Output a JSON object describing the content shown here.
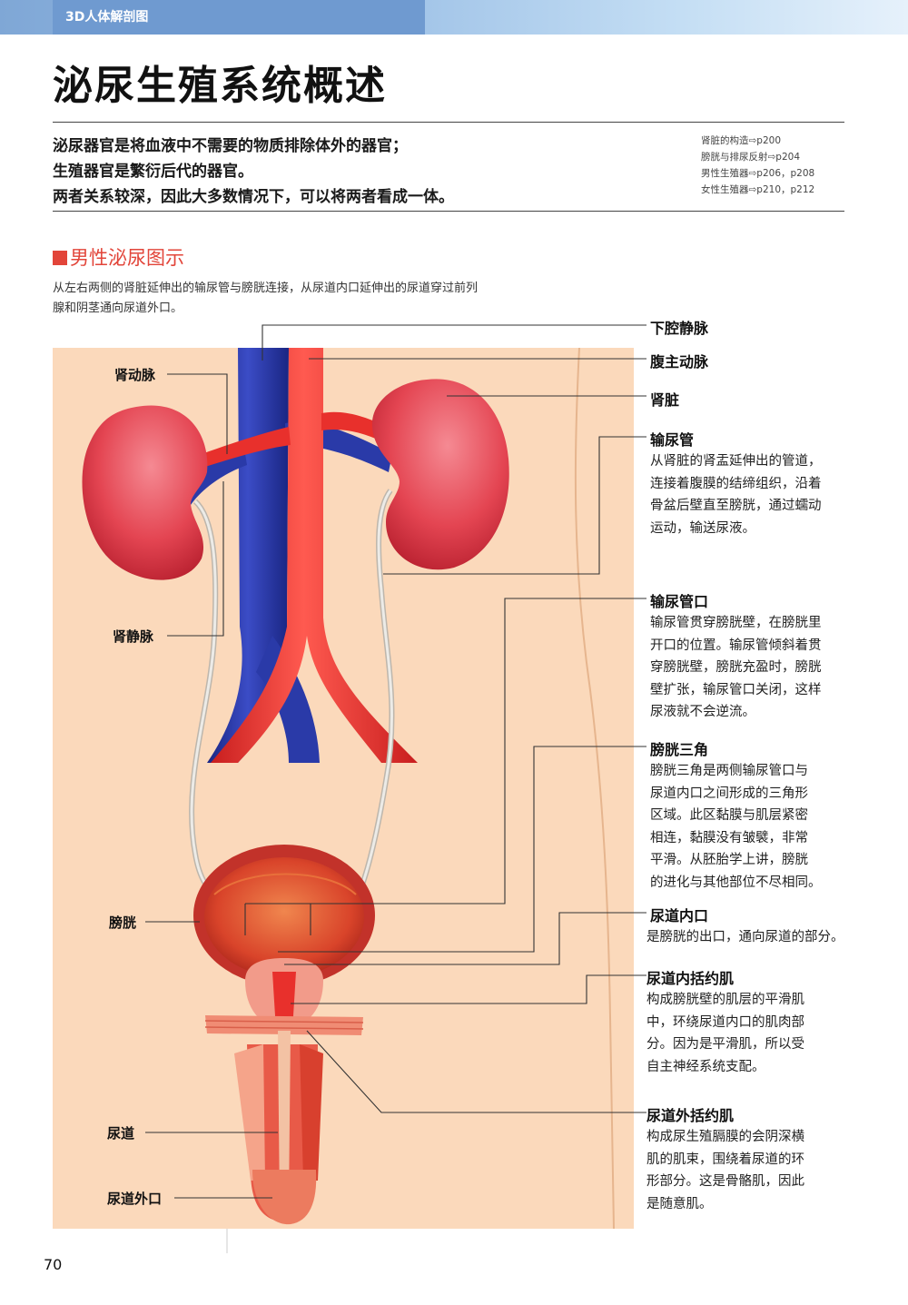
{
  "header": {
    "series": "3D人体解剖图"
  },
  "title": "泌尿生殖系统概述",
  "intro": {
    "lines": [
      "泌尿器官是将血液中不需要的物质排除体外的器官；",
      "生殖器官是繁衍后代的器官。",
      "两者关系较深，因此大多数情况下，可以将两者看成一体。"
    ],
    "refs": [
      "肾脏的构造⇨p200",
      "膀胱与排尿反射⇨p204",
      "男性生殖器⇨p206，p208",
      "女性生殖器⇨p210，p212"
    ]
  },
  "section": {
    "title": "男性泌尿图示",
    "desc_lines": [
      "从左右两侧的肾脏延伸出的输尿管与膀胱连接，从尿道内口延伸出的尿道穿过前列",
      "腺和阴茎通向尿道外口。"
    ]
  },
  "figure": {
    "left_labels": [
      "肾动脉",
      "肾静脉",
      "膀胱",
      "尿道",
      "尿道外口"
    ],
    "right_items": [
      {
        "label": "下腔静脉",
        "desc": []
      },
      {
        "label": "腹主动脉",
        "desc": []
      },
      {
        "label": "肾脏",
        "desc": []
      },
      {
        "label": "输尿管",
        "desc": [
          "从肾脏的肾盂延伸出的管道，",
          "连接着腹膜的结缔组织，沿着",
          "骨盆后壁直至膀胱，通过蠕动",
          "运动，输送尿液。"
        ]
      },
      {
        "label": "输尿管口",
        "desc": [
          "输尿管贯穿膀胱壁，在膀胱里",
          "开口的位置。输尿管倾斜着贯",
          "穿膀胱壁，膀胱充盈时，膀胱",
          "壁扩张，输尿管口关闭，这样",
          "尿液就不会逆流。"
        ]
      },
      {
        "label": "膀胱三角",
        "desc": [
          "膀胱三角是两侧输尿管口与",
          "尿道内口之间形成的三角形",
          "区域。此区黏膜与肌层紧密",
          "相连，黏膜没有皱襞，非常",
          "平滑。从胚胎学上讲，膀胱",
          "的进化与其他部位不尽相同。"
        ]
      },
      {
        "label": "尿道内口",
        "desc": [
          "是膀胱的出口，通向尿道的部分。"
        ]
      },
      {
        "label": "尿道内括约肌",
        "desc": [
          "构成膀胱壁的肌层的平滑肌",
          "中，环绕尿道内口的肌肉部",
          "分。因为是平滑肌，所以受",
          "自主神经系统支配。"
        ]
      },
      {
        "label": "尿道外括约肌",
        "desc": [
          "构成尿生殖膈膜的会阴深横",
          "肌的肌束，围绕着尿道的环",
          "形部分。这是骨骼肌，因此",
          "是随意肌。"
        ]
      }
    ],
    "colors": {
      "vein": "#2a3aa8",
      "artery": "#e8302c",
      "kidney": "#e44552",
      "body": "#fbd9bb",
      "ureter": "#d9d4cc"
    }
  },
  "page_number": "70"
}
